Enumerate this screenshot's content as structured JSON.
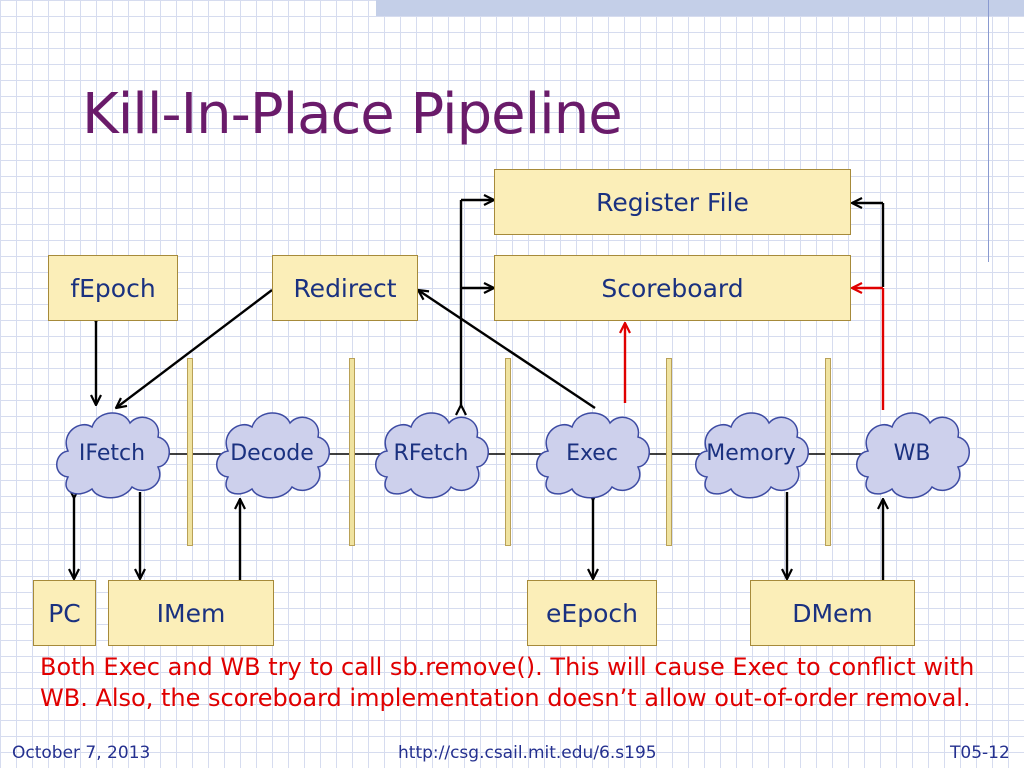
{
  "slide": {
    "title": "Kill-In-Place Pipeline",
    "note": "Both Exec and WB try to call sb.remove(). This will cause Exec to conflict with WB. Also, the scoreboard implementation doesn’t allow out-of-order removal.",
    "note_color": "#e00000",
    "title_color": "#6a1b6a",
    "footer": {
      "date": "October 7, 2013",
      "url": "http://csg.csail.mit.edu/6.s195",
      "slide_number": "T05-12"
    }
  },
  "diagram": {
    "boxes": {
      "register_file": "Register File",
      "scoreboard": "Scoreboard",
      "fepoch": "fEpoch",
      "redirect": "Redirect",
      "pc": "PC",
      "imem": "IMem",
      "eepoch": "eEpoch",
      "dmem": "DMem"
    },
    "stages": {
      "ifetch": "IFetch",
      "decode": "Decode",
      "rfetch": "RFetch",
      "exec": "Exec",
      "memory": "Memory",
      "wb": "WB"
    },
    "colors": {
      "box_fill": "#fbeeb8",
      "cloud_fill": "#cdd0ec",
      "conflict_arrow": "#e00000"
    }
  }
}
